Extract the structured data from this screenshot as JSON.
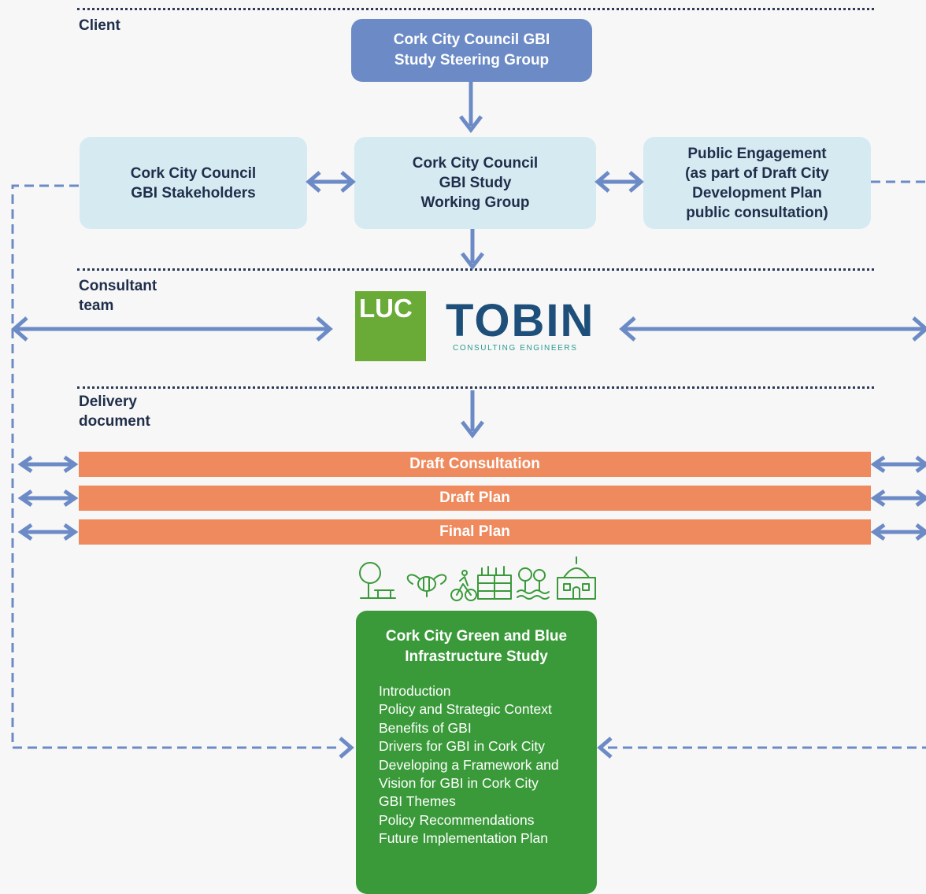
{
  "sections": {
    "client": "Client",
    "consultant": "Consultant\nteam",
    "delivery": "Delivery\ndocument"
  },
  "client_boxes": {
    "steering_group": "Cork City Council GBI\nStudy Steering Group",
    "stakeholders": "Cork City Council\nGBI Stakeholders",
    "working_group": "Cork City Council\nGBI Study\nWorking Group",
    "public_engagement": "Public Engagement\n(as part of Draft City\nDevelopment Plan\npublic consultation)"
  },
  "consultants": {
    "luc": "LUC",
    "tobin": "TOBIN",
    "tobin_tagline": "CONSULTING ENGINEERS"
  },
  "delivery_stages": [
    "Draft Consultation",
    "Draft Plan",
    "Final Plan"
  ],
  "theme_icons": [
    "tree-bench-icon",
    "bee-icon",
    "cyclist-icon",
    "green-roof-building-icon",
    "trees-water-icon",
    "historic-building-icon"
  ],
  "study": {
    "title": "Cork City Green and Blue\nInfrastructure Study",
    "contents": [
      "Introduction",
      "Policy and Strategic Context",
      "Benefits of GBI",
      "Drivers for GBI in Cork City",
      "Developing a Framework and",
      "Vision for GBI in Cork City",
      "GBI Themes",
      "Policy Recommendations",
      "Future Implementation Plan"
    ]
  },
  "colors": {
    "steering_box": "#6c8bc6",
    "client_boxes": "#d6eaf2",
    "arrows": "#6c8bc6",
    "delivery_bars": "#ee8a5e",
    "study_box": "#3a9a3a",
    "luc": "#6aab38",
    "tobin": "#1d4f7a"
  }
}
